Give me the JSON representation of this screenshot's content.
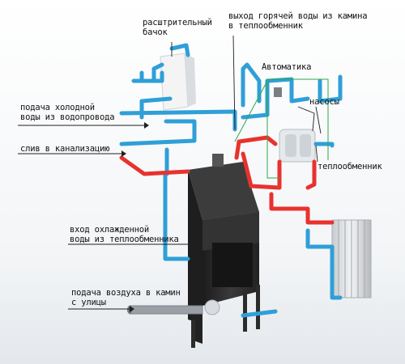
{
  "labels": {
    "expansion_tank": "расштрительный\nбачок",
    "hot_water_out": "выход горячей воды из камина\nв теплообменник",
    "automation": "Автоматика",
    "pumps": "насосы",
    "cold_water_in": "подача холодной\nводы из водопровода",
    "drain": "слив в канализацию",
    "heat_exchanger": "теплообменник",
    "cooled_water_in": "вход охлажденной\nводы из теплообменника",
    "air_supply": "подача воздуха в камин\nс улицы"
  },
  "colors": {
    "cold_pipe": "#2f9fd8",
    "hot_pipe": "#e8322e",
    "fireplace": "#2a2a2a",
    "leader_line": "#2ea84a",
    "background": "#ffffff"
  }
}
